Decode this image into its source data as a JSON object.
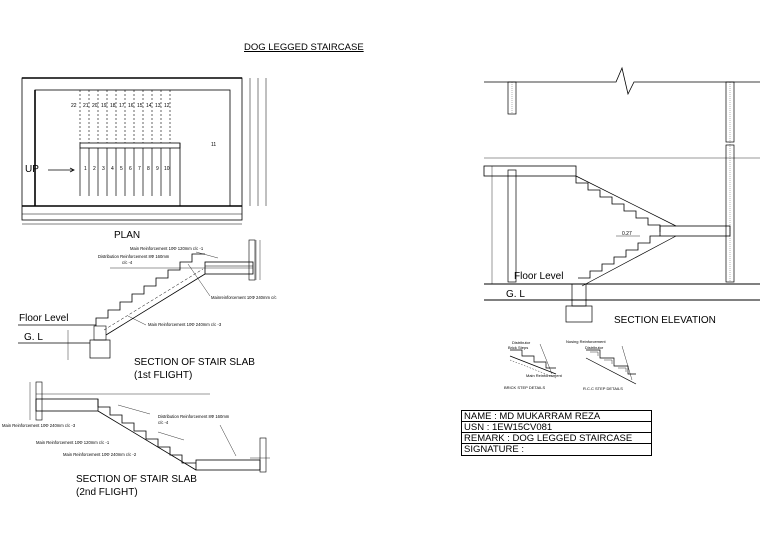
{
  "title": "DOG LEGGED STAIRCASE",
  "plan": {
    "label": "PLAN",
    "up_label": "UP",
    "upper_steps": [
      "22",
      "21",
      "20",
      "19",
      "18",
      "17",
      "16",
      "15",
      "14",
      "13",
      "12"
    ],
    "lower_steps": [
      "1",
      "2",
      "3",
      "4",
      "5",
      "6",
      "7",
      "8",
      "9",
      "10"
    ],
    "landing_step": "11"
  },
  "flight1": {
    "floor_level": "Floor Level",
    "gl": "G. L",
    "caption_line1": "SECTION OF STAIR SLAB",
    "caption_line2": "(1st FLIGHT)",
    "notes": [
      "Main Reinforcement 10Φ 120mm c/c -1",
      "Distribution Reinforcement 8Φ 160mm",
      "c/c -4",
      "Mainreinforcement 10Φ 240mm c/c",
      "Main Reinforcement 10Φ 240mm c/c -3"
    ]
  },
  "flight2": {
    "caption_line1": "SECTION OF STAIR SLAB",
    "caption_line2": "(2nd FLIGHT)",
    "notes": [
      "Distribution Reinforcement 8Φ 160mm",
      "c/c -4",
      "Main Reinforcement 10Φ 240mm c/c -3",
      "Main Reinforcement 10Φ 120mm c/c -1",
      "Main Reinforcement 10Φ 240mm c/c -2"
    ]
  },
  "elevation": {
    "floor_level": "Floor Level",
    "gl": "G. L",
    "caption": "SECTION ELEVATION",
    "note": "0.27"
  },
  "details": {
    "brick_labels": [
      "Distributor",
      "Brick Steps",
      "Main Reinforcement"
    ],
    "brick_caption": "BRICK STEP DETAILS",
    "rcc_labels": [
      "Nosing Reinforcement",
      "Distributor"
    ],
    "rcc_caption": "R.C.C STEP DETAILS"
  },
  "title_block": {
    "name": "NAME : MD MUKARRAM REZA",
    "usn": "USN : 1EW15CV081",
    "remark": "REMARK : DOG LEGGED STAIRCASE",
    "signature": "SIGNATURE :"
  }
}
